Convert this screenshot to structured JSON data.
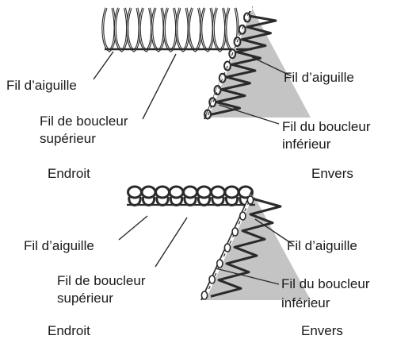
{
  "figure_1": {
    "labels": {
      "needle_left": "Fil d’aiguille",
      "upper_looper_line1": "Fil  de boucleur",
      "upper_looper_line2": "supérieur",
      "needle_right": "Fil d’aiguille",
      "lower_looper_line1": "Fil du boucleur",
      "lower_looper_line2": "inférieur"
    },
    "sides": {
      "front": "Endroit",
      "back": "Envers"
    }
  },
  "figure_2": {
    "labels": {
      "needle_left": "Fil d’aiguille",
      "upper_looper_line1": "Fil  de boucleur",
      "upper_looper_line2": "supérieur",
      "needle_right": "Fil d’aiguille",
      "lower_looper_line1": "Fil du boucleur",
      "lower_looper_line2": "inférieur"
    },
    "sides": {
      "front": "Endroit",
      "back": "Envers"
    }
  },
  "colors": {
    "fabric_back": "#c4c4c4",
    "thread": "#2a2a2a",
    "thread_light": "#ffffff"
  }
}
